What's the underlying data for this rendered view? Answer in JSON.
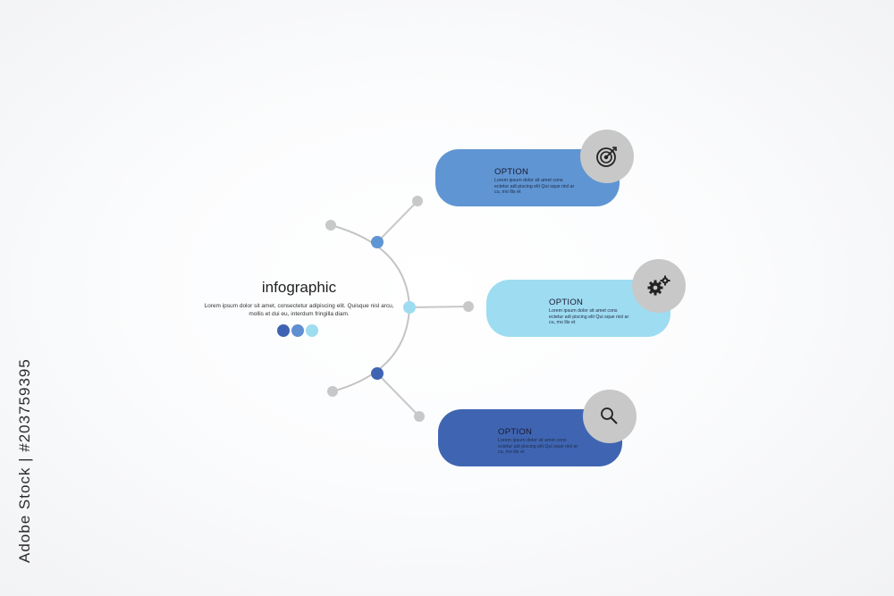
{
  "watermark": {
    "side_text": "Adobe Stock | #203759395"
  },
  "intro": {
    "title": "infographic",
    "text": "Lorem ipsum dolor sit amet, consectetur adipiscing elit. Quisque nisl arcu, mollis et dui eu, interdum fringilla diam.",
    "dot_colors": [
      "#3f63b2",
      "#5f8fd1",
      "#9edcf0"
    ]
  },
  "options": [
    {
      "title": "OPTION",
      "text": "Lorem ipsum dolor sit amet cons ectetur adi piscing elit Qui sque nisl ar cu, mo llis et",
      "color": "#5f95d3",
      "icon": "target-icon"
    },
    {
      "title": "OPTION",
      "text": "Lorem ipsum dolor sit amet cons ectetur adi piscing elit Qui sque nisl ar cu, mo llis et",
      "color": "#9edcf2",
      "icon": "gears-icon"
    },
    {
      "title": "OPTION",
      "text": "Lorem ipsum dolor sit amet cons ectetur adi piscing elit Qui sque nisl ar cu, mo llis et",
      "color": "#3f65b2",
      "icon": "search-icon"
    }
  ],
  "colors": {
    "connector": "#c8c8c8",
    "arc": "#c4c4c4",
    "node_blue": "#3f65b2",
    "node_mid": "#5f95d3",
    "node_light": "#9edcf2",
    "badge": "#c8c8c8"
  }
}
